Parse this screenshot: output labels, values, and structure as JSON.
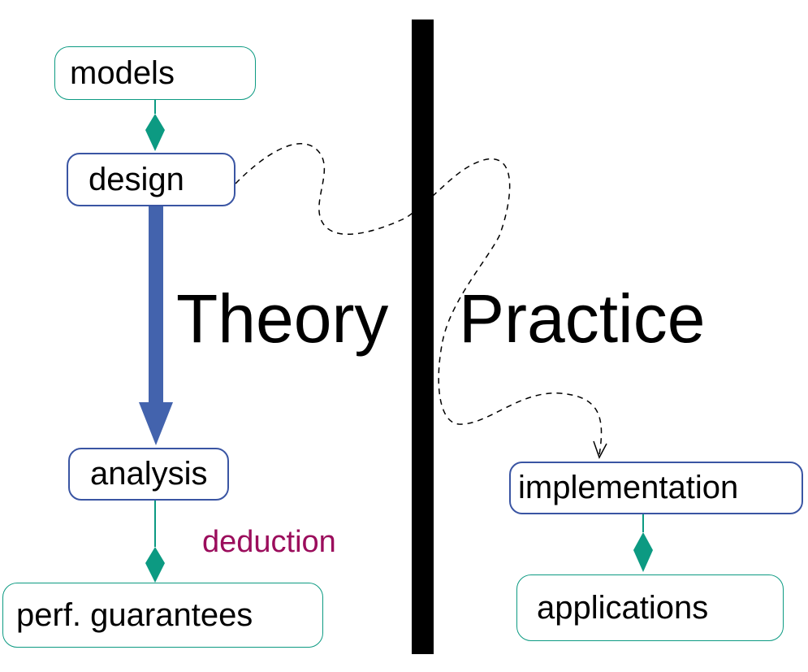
{
  "nodes": {
    "models": "models",
    "design": "design",
    "analysis": "analysis",
    "perf_guarantees": "perf. guarantees",
    "implementation": "implementation",
    "applications": "applications"
  },
  "headings": {
    "theory": "Theory",
    "practice": "Practice"
  },
  "annotations": {
    "deduction": "deduction"
  },
  "colors": {
    "teal": "#0c9a82",
    "blue": "#4363ad",
    "divider": "#000000",
    "deduction": "#9b0d5c"
  }
}
